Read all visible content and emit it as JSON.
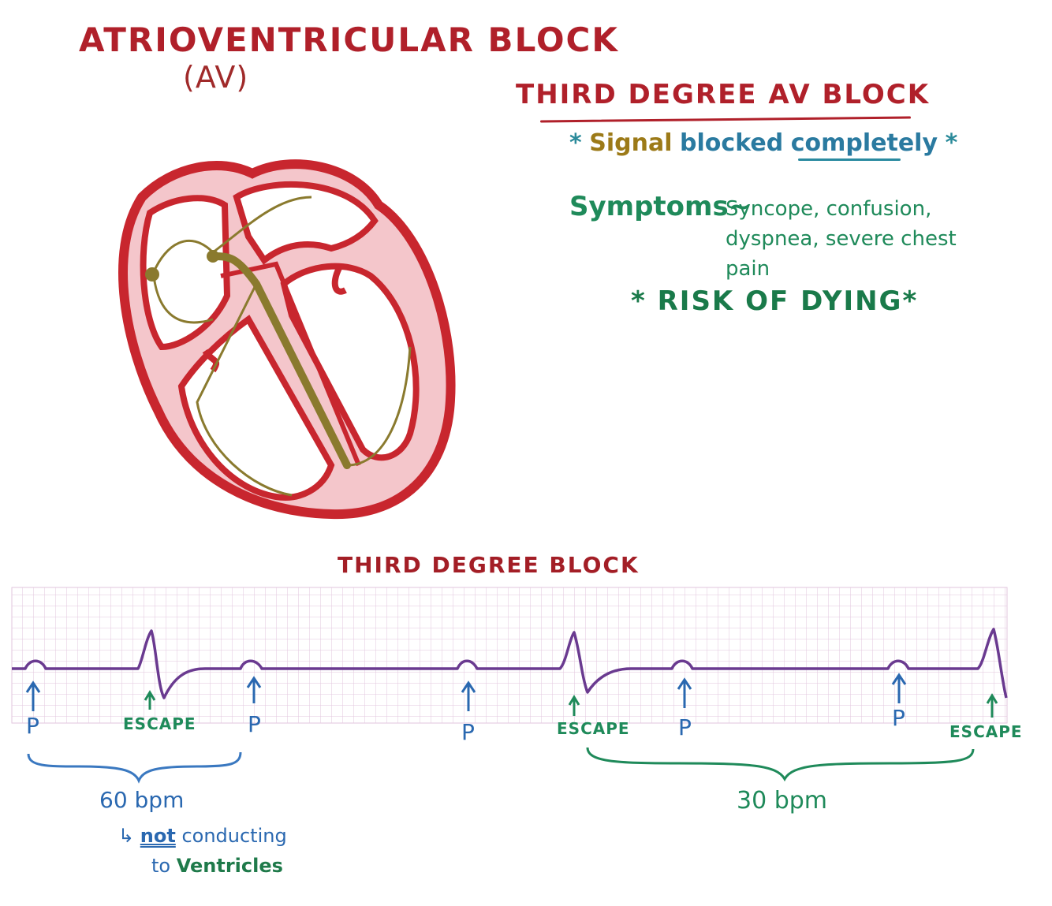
{
  "title": {
    "main": "ATRIOVENTRICULAR BLOCK",
    "abbr": "(AV)"
  },
  "notes": {
    "heading": "THIRD DEGREE AV BLOCK",
    "signal": {
      "star": "*",
      "word1": "Signal",
      "word2": "blocked",
      "word3": "completely"
    },
    "symptoms_label": "Symptoms",
    "symptoms_tilde": "~",
    "symptoms_list": "Syncope, confusion, dyspnea, severe chest pain",
    "risk": "* RISK OF DYING*"
  },
  "ecg": {
    "title": "THIRD DEGREE BLOCK",
    "p_label": "P",
    "escape_label": "ESCAPE",
    "rate_atrial": "60 bpm",
    "rate_ventricular": "30 bpm",
    "note_arrow": "↳",
    "note_not": "not",
    "note_rest1": "conducting",
    "note_to": "to",
    "note_rest2": "Ventricles"
  },
  "colors": {
    "heart_wall": "#c8262e",
    "heart_fill": "#f4c6cb",
    "conduction": "#8a7a2e",
    "ecg_trace": "#6a3a90",
    "grid": "#e2c6de",
    "p_arrow": "#2a68b0",
    "escape_arrow": "#1f8a5a"
  }
}
